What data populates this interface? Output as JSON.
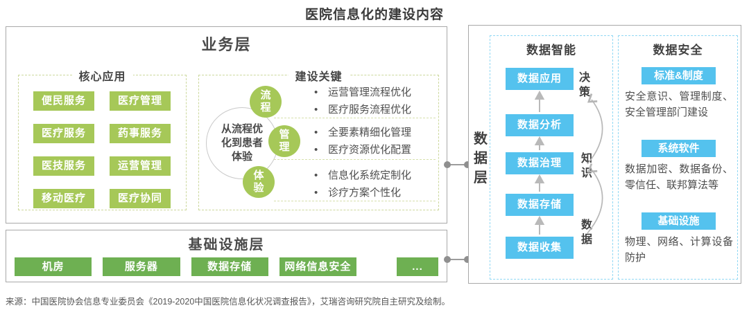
{
  "title": "医院信息化的建设内容",
  "source": "来源：中国医院协会信息专业委员会《2019-2020中国医院信息化状况调查报告》，艾瑞咨询研究院自主研究及绘制。",
  "business_layer": {
    "title": "业务层",
    "core_apps": {
      "title": "核心应用",
      "items": [
        "便民服务",
        "医疗管理",
        "医疗服务",
        "药事服务",
        "医技服务",
        "运营管理",
        "移动医疗",
        "医疗协同"
      ]
    },
    "construction_keys": {
      "title": "建设关键",
      "center_text": "从流程优化到患者体验",
      "groups": [
        {
          "circle": "流程",
          "bullets": [
            "运营管理流程优化",
            "医疗服务流程优化"
          ]
        },
        {
          "circle": "管理",
          "bullets": [
            "全要素精细化管理",
            "医疗资源优化配置"
          ]
        },
        {
          "circle": "体验",
          "bullets": [
            "信息化系统定制化",
            "诊疗方案个性化"
          ]
        }
      ]
    }
  },
  "infrastructure_layer": {
    "title": "基础设施层",
    "items": [
      "机房",
      "服务器",
      "数据存储",
      "网络信息安全",
      "..."
    ]
  },
  "data_layer": {
    "title": "数据层",
    "data_intelligence": {
      "title": "数据智能",
      "stack": [
        "数据应用",
        "数据分析",
        "数据治理",
        "数据存储",
        "数据收集"
      ],
      "side_labels": [
        "决策",
        "知识",
        "数据"
      ]
    },
    "data_security": {
      "title": "数据安全",
      "sections": [
        {
          "label": "标准&制度",
          "text": "安全意识、管理制度、安全管理部门建设"
        },
        {
          "label": "系统软件",
          "text": "数据加密、数据备份、零信任、联邦算法等"
        },
        {
          "label": "基础设施",
          "text": "物理、网络、计算设备防护"
        }
      ]
    }
  },
  "colors": {
    "green_light": "#a6c858",
    "green_dark": "#6eb052",
    "blue_accent": "#54c2ee",
    "dashed_green": "#ccd89c",
    "dashed_blue": "#90d8f4",
    "border_gray": "#a8a8a8",
    "text_dark": "#3f3f3f"
  }
}
